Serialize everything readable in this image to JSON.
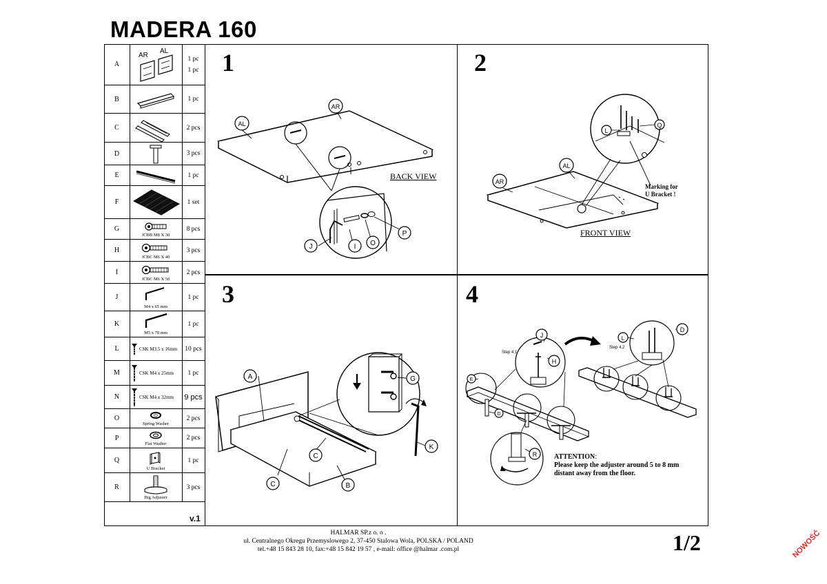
{
  "document": {
    "title": "MADERA 160",
    "version": "v.1",
    "page_number": "1/2",
    "stamp": "NOWOŚĆ"
  },
  "parts": [
    {
      "letter": "A",
      "labels": [
        "AR",
        "AL"
      ],
      "qty": [
        "1 pc",
        "1 pc"
      ],
      "icon": "headboard-panels-icon"
    },
    {
      "letter": "B",
      "label": "",
      "qty": [
        "1 pc"
      ],
      "icon": "footboard-icon"
    },
    {
      "letter": "C",
      "label": "",
      "qty": [
        "2 pcs"
      ],
      "icon": "side-rail-icon"
    },
    {
      "letter": "D",
      "label": "",
      "qty": [
        "3 pcs"
      ],
      "icon": "leg-icon"
    },
    {
      "letter": "E",
      "label": "",
      "qty": [
        "1 pc"
      ],
      "icon": "center-beam-icon"
    },
    {
      "letter": "F",
      "label": "",
      "qty": [
        "1 set"
      ],
      "icon": "slats-icon"
    },
    {
      "letter": "G",
      "label": "JCBB M8 X 30",
      "qty": [
        "8 pcs"
      ],
      "icon": "bolt-icon"
    },
    {
      "letter": "H",
      "label": "JCBC M6 X 40",
      "qty": [
        "3 pcs"
      ],
      "icon": "bolt-icon"
    },
    {
      "letter": "I",
      "label": "JCBC M6 X 50",
      "qty": [
        "2 pcs"
      ],
      "icon": "bolt-icon"
    },
    {
      "letter": "J",
      "label": "M4 x 65 mm",
      "qty": [
        "1 pc"
      ],
      "icon": "allen-key-icon"
    },
    {
      "letter": "K",
      "label": "M5 x 70 mm",
      "qty": [
        "1 pc"
      ],
      "icon": "allen-key-icon"
    },
    {
      "letter": "L",
      "label": "CSK M3.5 x 16mm",
      "qty": [
        "10 pcs"
      ],
      "icon": "screw-icon"
    },
    {
      "letter": "M",
      "label": "CSK M4 x 25mm",
      "qty": [
        "1 pc"
      ],
      "icon": "screw-icon"
    },
    {
      "letter": "N",
      "label": "CSK M4 x 32mm",
      "qty": [
        "9 pcs"
      ],
      "icon": "screw-icon"
    },
    {
      "letter": "O",
      "label": "Spring Washer",
      "qty": [
        "2 pcs"
      ],
      "icon": "spring-washer-icon"
    },
    {
      "letter": "P",
      "label": "Flat Washer",
      "qty": [
        "2 pcs"
      ],
      "icon": "flat-washer-icon"
    },
    {
      "letter": "Q",
      "label": "U Bracket",
      "qty": [
        "1 pc"
      ],
      "icon": "u-bracket-icon"
    },
    {
      "letter": "R",
      "label": "Big Adjuster",
      "qty": [
        "3 pcs"
      ],
      "icon": "adjuster-icon"
    }
  ],
  "steps": [
    {
      "number": "1",
      "caption": "BACK VIEW",
      "callouts": [
        "AL",
        "AR",
        "J",
        "I",
        "O",
        "P"
      ]
    },
    {
      "number": "2",
      "caption": "FRONT VIEW",
      "note": [
        "Marking for",
        "U Bracket !"
      ],
      "callouts": [
        "AR",
        "AL",
        "L",
        "Q"
      ]
    },
    {
      "number": "3",
      "callouts": [
        "A",
        "G",
        "C",
        "C",
        "B",
        "K"
      ]
    },
    {
      "number": "4",
      "substeps": [
        "Step 4.1",
        "Step 4.2"
      ],
      "callouts": [
        "J",
        "H",
        "E",
        "D",
        "R",
        "L",
        "D"
      ],
      "attention_title": "ATTENTION",
      "attention_lines": [
        "Please keep the adjuster around 5 to 8 mm",
        "distant away from the floor."
      ]
    }
  ],
  "footer": {
    "company": "HALMAR SP.z o. o .",
    "address": "ul. Centralnego Okregu Przemyslowego 2, 37-450 Stalowa Wola, POLSKA / POLAND",
    "contact": "tel.+48 15 843 28 10, fax:+48 15 842 19 57 , e-mail: office @halmar .com.pl"
  }
}
